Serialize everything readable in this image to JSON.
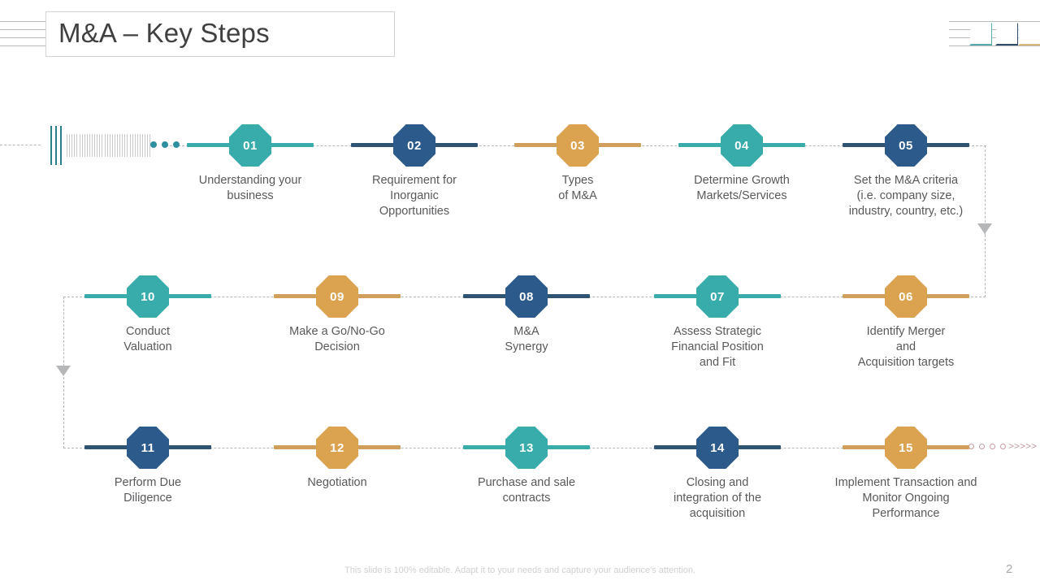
{
  "header": {
    "title": "M&A – Key Steps",
    "corner_triangles": [
      {
        "name": "triangle-teal",
        "color": "#57aeb0"
      },
      {
        "name": "triangle-navy",
        "color": "#2f4f6e"
      },
      {
        "name": "triangle-gold",
        "color": "#d9b877"
      }
    ]
  },
  "palette": {
    "teal": "#38abab",
    "navy": "#2c5b8b",
    "gold": "#dba24f",
    "dash": "#b5b6b8",
    "text": "#58595b"
  },
  "steps": [
    {
      "num": "01",
      "label": "Understanding your\nbusiness",
      "color": "teal",
      "row": 1
    },
    {
      "num": "02",
      "label": "Requirement for\nInorganic\nOpportunities",
      "color": "navy",
      "row": 1
    },
    {
      "num": "03",
      "label": "Types\nof M&A",
      "color": "gold",
      "row": 1
    },
    {
      "num": "04",
      "label": "Determine Growth\nMarkets/Services",
      "color": "teal",
      "row": 1
    },
    {
      "num": "05",
      "label": "Set the M&A criteria\n(i.e. company size,\nindustry, country, etc.)",
      "color": "navy",
      "row": 1
    },
    {
      "num": "06",
      "label": "Identify Merger\nand\nAcquisition targets",
      "color": "gold",
      "row": 2
    },
    {
      "num": "07",
      "label": "Assess Strategic\nFinancial Position\nand Fit",
      "color": "teal",
      "row": 2
    },
    {
      "num": "08",
      "label": "M&A\nSynergy",
      "color": "navy",
      "row": 2
    },
    {
      "num": "09",
      "label": "Make a Go/No-Go\nDecision",
      "color": "gold",
      "row": 2
    },
    {
      "num": "10",
      "label": "Conduct\nValuation",
      "color": "teal",
      "row": 2
    },
    {
      "num": "11",
      "label": "Perform Due\nDiligence",
      "color": "navy",
      "row": 3
    },
    {
      "num": "12",
      "label": "Negotiation",
      "color": "gold",
      "row": 3
    },
    {
      "num": "13",
      "label": "Purchase and sale\ncontracts",
      "color": "teal",
      "row": 3
    },
    {
      "num": "14",
      "label": "Closing and\nintegration of the\nacquisition",
      "color": "navy",
      "row": 3
    },
    {
      "num": "15",
      "label": "Implement Transaction and\nMonitor Ongoing\nPerformance",
      "color": "gold",
      "row": 3
    }
  ],
  "footer": {
    "note": "This slide is 100% editable. Adapt it to your needs and capture your audience's attention.",
    "page_number": "2"
  }
}
